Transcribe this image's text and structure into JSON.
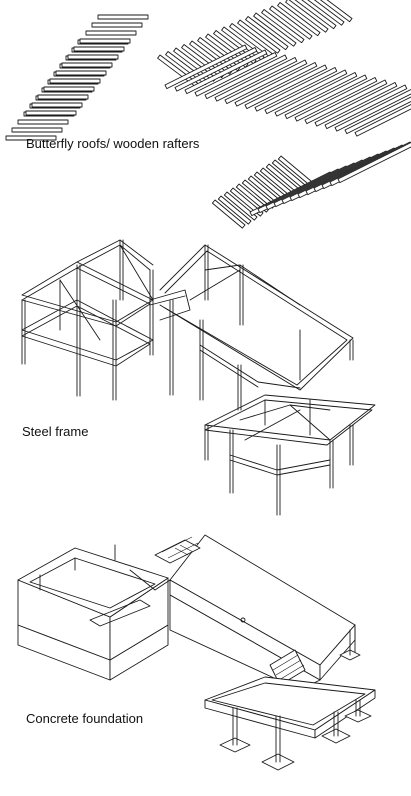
{
  "labels": {
    "roof": "Butterfly roofs/ wooden rafters",
    "steel": "Steel frame",
    "concrete": "Concrete foundation"
  }
}
